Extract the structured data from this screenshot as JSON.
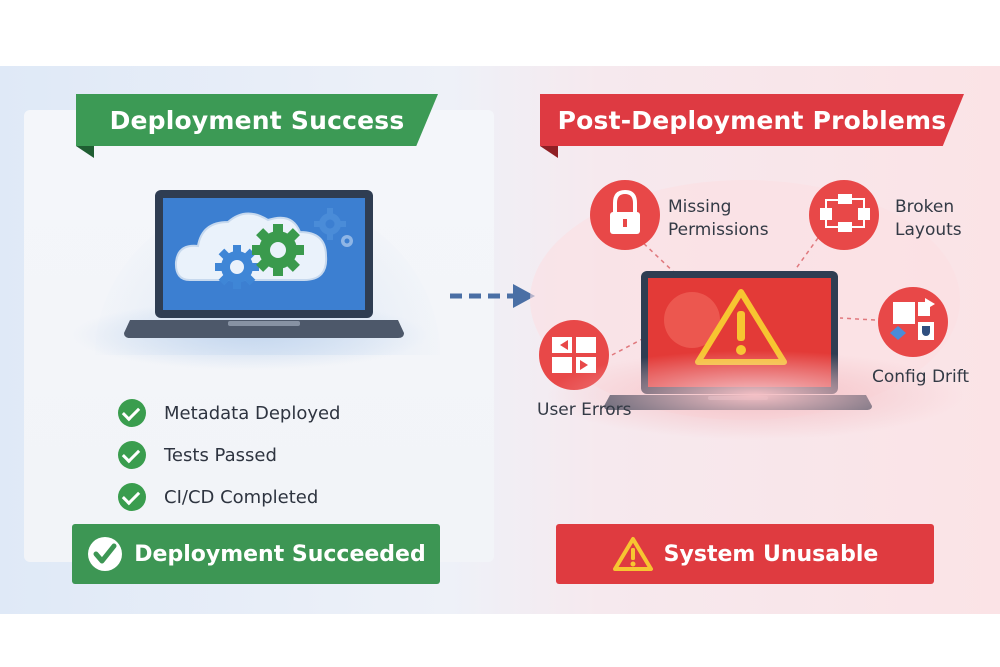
{
  "success_panel": {
    "title": "Deployment Success",
    "checklist": [
      {
        "label": "Metadata Deployed"
      },
      {
        "label": "Tests Passed"
      },
      {
        "label": "CI/CD Completed"
      }
    ],
    "status": "Deployment Succeeded",
    "status_icon": "check-circle-icon",
    "accent_color": "#3c9a55"
  },
  "problems_panel": {
    "title": "Post-Deployment Problems",
    "issues": {
      "missing_permissions": {
        "line1": "Missing",
        "line2": "Permissions",
        "icon": "lock-icon"
      },
      "broken_layouts": {
        "line1": "Broken",
        "line2": "Layouts",
        "icon": "flowchart-icon"
      },
      "user_errors": {
        "label": "User Errors",
        "icon": "puzzle-arrows-icon"
      },
      "config_drift": {
        "label": "Config Drift",
        "icon": "puzzle-pieces-icon"
      }
    },
    "status": "System Unusable",
    "status_icon": "warning-triangle-icon",
    "accent_color": "#de3a42"
  }
}
